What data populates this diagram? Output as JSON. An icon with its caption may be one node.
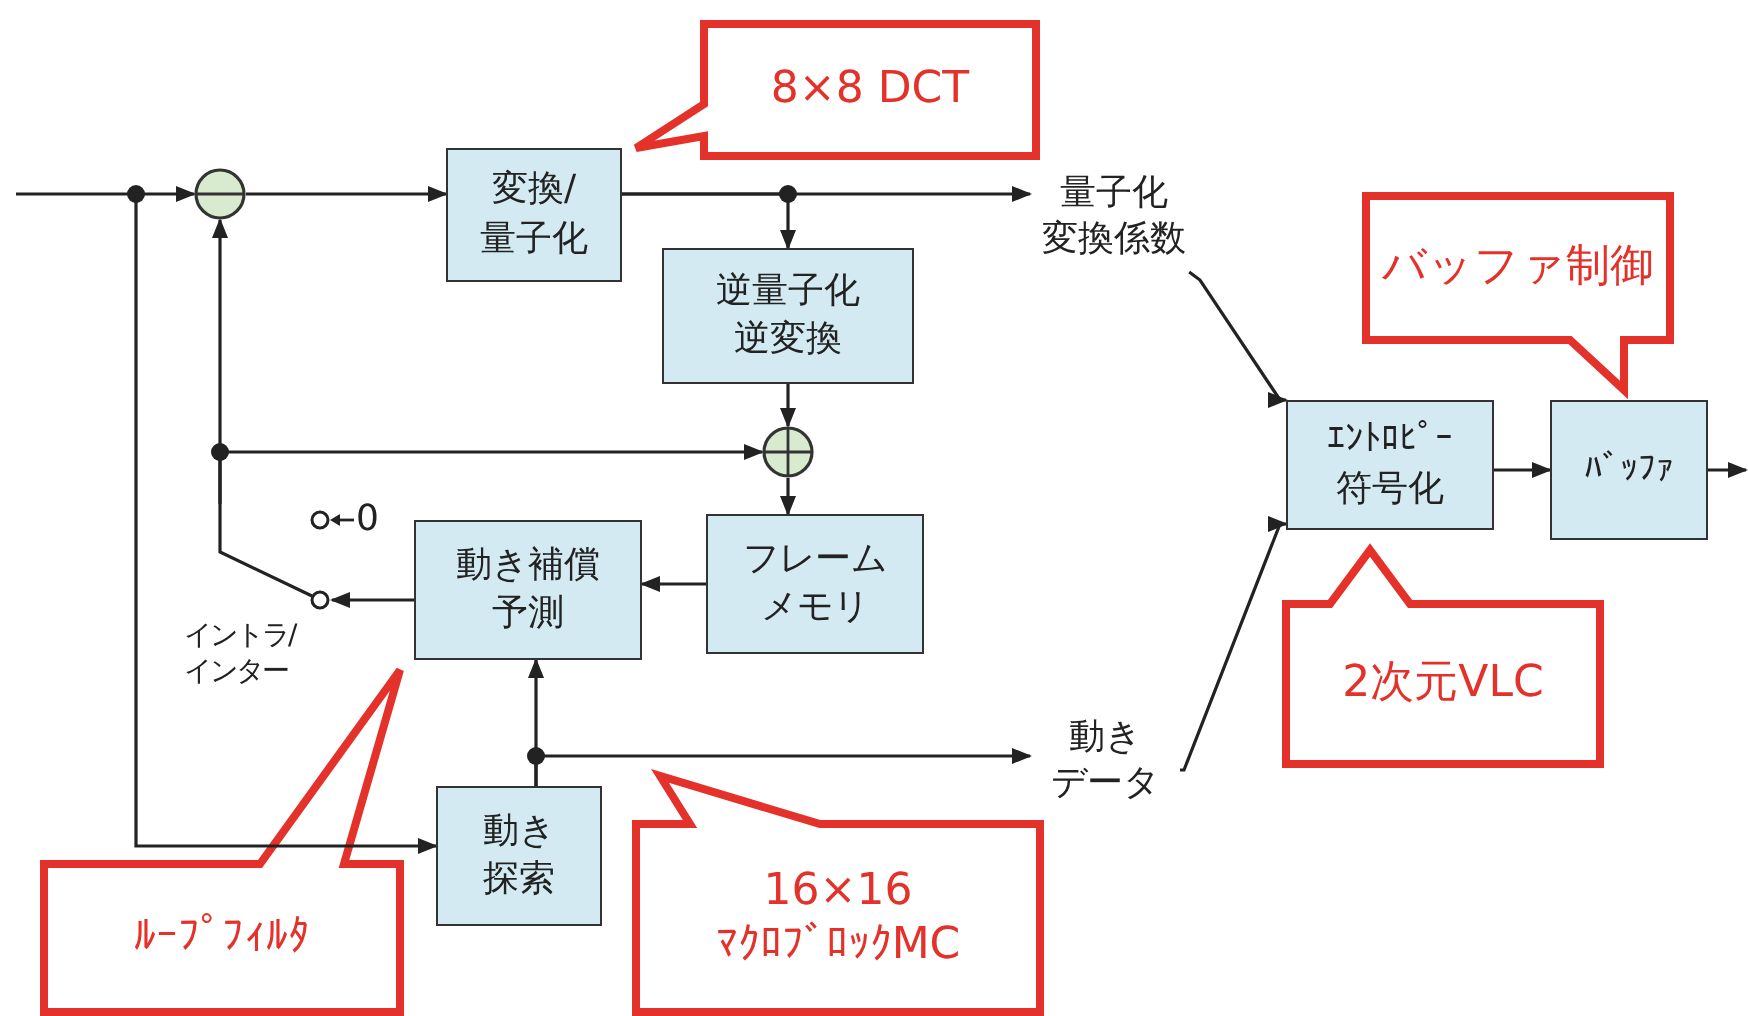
{
  "diagram": {
    "nodes": [
      {
        "text": [],
        "shape": "circle"
      },
      {
        "text": [
          "変換/量子化"
        ]
      },
      {
        "text": [
          "逆量子化逆変換"
        ]
      },
      {
        "text": [],
        "shape": "circle"
      },
      {
        "text": [
          "フレームメモリ"
        ]
      },
      {
        "text": [
          "動き補償予測"
        ]
      },
      {
        "text": [
          "動き探索"
        ]
      },
      {
        "text": [],
        "shape": "switch",
        "beside": [
          "イントラ/インター"
        ]
      },
      {
        "text": [
          "量子化変換係数"
        ]
      },
      {
        "text": [
          "動きデータ"
        ]
      },
      {
        "text": [
          "ｴﾝﾄﾛﾋﾟｰ符号化"
        ]
      },
      {
        "text": [
          "ﾊﾞｯﾌｧ"
        ]
      },
      {
        "text": [
          "8×8 DCT"
        ]
      },
      {
        "text": [
          "バッファ制御"
        ]
      },
      {
        "text": [
          "2次元VLC"
        ]
      },
      {
        "text": [
          "ﾙｰﾌﾟﾌｨﾙﾀ"
        ]
      },
      {
        "text": [
          "16×16ﾏｸﾛﾌﾞﾛｯｸMC"
        ]
      }
    ],
    "edges": [
      {
        "from": null,
        "to": 0,
        "arrow": "to"
      },
      {
        "from": null,
        "to": 6,
        "arrow": "to"
      },
      {
        "from": 0,
        "to": 1,
        "arrow": "to"
      },
      {
        "from": 1,
        "to": 8,
        "arrow": "to"
      },
      {
        "from": 1,
        "to": 2,
        "arrow": "to"
      },
      {
        "from": 2,
        "to": 3,
        "arrow": "to"
      },
      {
        "from": 3,
        "to": 4,
        "arrow": "to"
      },
      {
        "from": 4,
        "to": 5,
        "arrow": "to"
      },
      {
        "from": 5,
        "to": 7,
        "arrow": "to"
      },
      {
        "from": 7,
        "to": 0,
        "arrow": "to"
      },
      {
        "from": 7,
        "to": 3,
        "arrow": "to"
      },
      {
        "from": 6,
        "to": 5,
        "arrow": "to"
      },
      {
        "from": 6,
        "to": 9,
        "arrow": "to"
      },
      {
        "from": 8,
        "to": 10,
        "arrow": "to"
      },
      {
        "from": 9,
        "to": 10,
        "arrow": "to"
      },
      {
        "from": 10,
        "to": 11,
        "arrow": "to"
      },
      {
        "from": 11,
        "to": null,
        "arrow": "to"
      }
    ],
    "labels": [
      "0"
    ]
  }
}
